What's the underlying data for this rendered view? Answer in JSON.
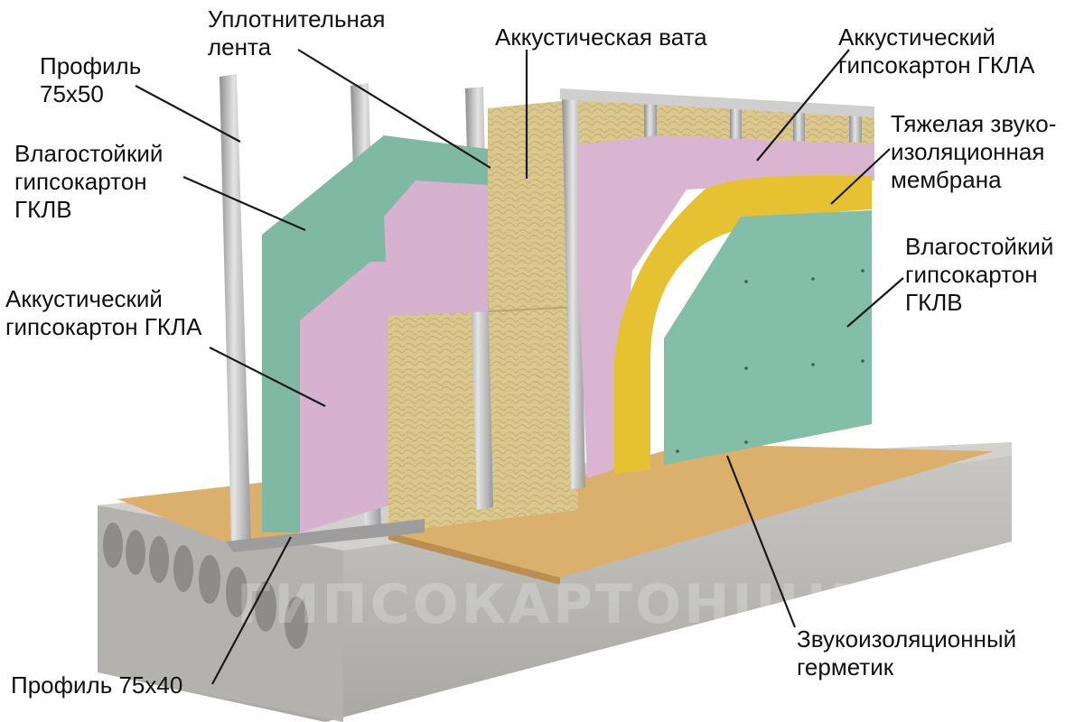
{
  "labels": {
    "profile_75x50": "Профиль\n75х50",
    "sealing_tape": "Уплотнительная\nлента",
    "acoustic_wool": "Аккустическая вата",
    "gkla_right": "Аккустический\nгипсокартон ГКЛА",
    "membrane": "Тяжелая звуко-\nизоляционная\nмембрана",
    "gklv_left": "Влагостойкий\nгипсокартон\nГКЛВ",
    "gklv_right": "Влагостойкий\nгипсокартон\nГКЛВ",
    "gkla_left": "Аккустический\nгипсокартон ГКЛА",
    "profile_75x40": "Профиль 75х40",
    "sealant": "Звукоизоляционный\nгерметик"
  },
  "watermark": "ГИПСОКАРТОНЩИК",
  "colors": {
    "gklv": "#7fb9a4",
    "gkla": "#d6b2cf",
    "wool": "#dcc98f",
    "membrane": "#e6c233",
    "profile": "#b6b6b6",
    "slab": "#bdbcb8",
    "floor": "#dbb06c",
    "text": "#111111"
  }
}
